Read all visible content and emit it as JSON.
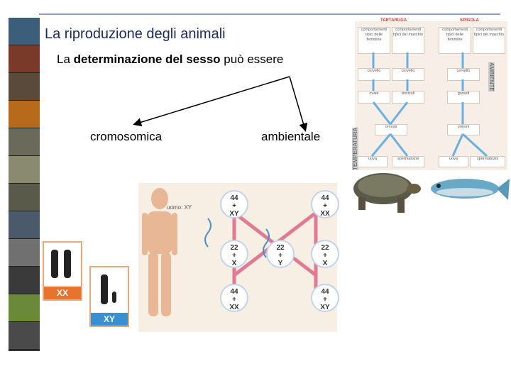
{
  "title": "La riproduzione degli animali",
  "subtitle_pre": "La ",
  "subtitle_bold": "determinazione del sesso",
  "subtitle_post": " può essere",
  "branch_left": "cromosomica",
  "branch_right": "ambientale",
  "diagram": {
    "species_left": "TARTARUGA",
    "species_right": "SPIGOLA",
    "row1": [
      "comportamenti tipici delle femmine",
      "comportamenti tipici del maschio",
      "comportamenti tipici delle femmine",
      "comportamenti tipici del maschio"
    ],
    "row2": [
      "cervello",
      "cervello",
      "cervello"
    ],
    "row3": [
      "ovaie",
      "testicoli",
      "gonadi"
    ],
    "row4": [
      "ormoni",
      "ormoni"
    ],
    "row5": [
      "uova",
      "spermatozoi",
      "uova",
      "spermatozoi"
    ],
    "side_left": "TEMPERATURA",
    "side_right": "AMBIENTE"
  },
  "human": {
    "label": "uomo: XY",
    "chrom_xx": "XX",
    "chrom_xy": "XY",
    "cells": {
      "male_parent": [
        "44",
        "+",
        "XY"
      ],
      "female_parent": [
        "44",
        "+",
        "XX"
      ],
      "sperm_x": [
        "22",
        "+",
        "X"
      ],
      "sperm_y": [
        "22",
        "+",
        "Y"
      ],
      "egg_x": [
        "22",
        "+",
        "X"
      ],
      "child_female": [
        "44",
        "+",
        "XX"
      ],
      "child_male": [
        "44",
        "+",
        "XY"
      ]
    }
  },
  "colors": {
    "title": "#1a2a5a",
    "accent_orange": "#e8732e",
    "accent_blue": "#3a8fd0",
    "arrow_pink": "#e07a95"
  }
}
